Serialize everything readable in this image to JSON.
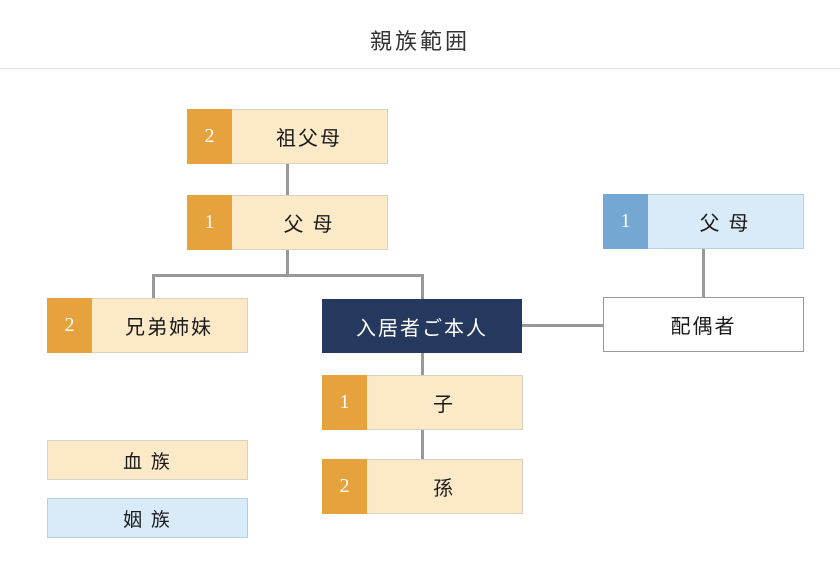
{
  "title": "親族範囲",
  "colors": {
    "blood_badge": "#e6a23c",
    "blood_fill": "#fce9c8",
    "inlaw_badge": "#74a8d3",
    "inlaw_fill": "#d9ebf9",
    "resident_fill": "#25395f",
    "connector_line": "#999999"
  },
  "nodes": {
    "grandparents": {
      "badge": "2",
      "label": "祖父母"
    },
    "parents": {
      "badge": "1",
      "label": "父 母"
    },
    "spouse_parents": {
      "badge": "1",
      "label": "父 母"
    },
    "siblings": {
      "badge": "2",
      "label": "兄弟姉妹"
    },
    "resident": {
      "label": "入居者ご本人"
    },
    "spouse": {
      "label": "配偶者"
    },
    "child": {
      "badge": "1",
      "label": "子"
    },
    "grandchild": {
      "badge": "2",
      "label": "孫"
    }
  },
  "legend": {
    "blood": {
      "label": "血 族"
    },
    "in_law": {
      "label": "姻 族"
    }
  }
}
